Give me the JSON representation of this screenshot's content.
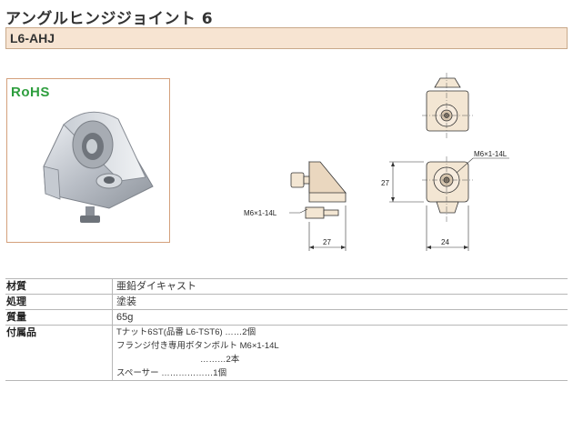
{
  "page": {
    "title": "アングルヒンジジョイント 6",
    "product_code": "L6-AHJ"
  },
  "photo": {
    "badge": "RoHS"
  },
  "drawing": {
    "labels": {
      "side_thread": "M6×1-14L",
      "side_width": "27",
      "front_thread": "M6×1-14L",
      "front_height": "27",
      "front_width": "24"
    }
  },
  "specs": {
    "material_label": "材質",
    "material_value": "亜鉛ダイキャスト",
    "finish_label": "処理",
    "finish_value": "塗装",
    "weight_label": "質量",
    "weight_value": "65g",
    "accessories_label": "付属品",
    "accessories": [
      "Tナット6ST(品番 L6-TST6) ……2個",
      "フランジ付き専用ボタンボルト M6×1-14L",
      "………2本",
      "スペーサー ………………1個"
    ]
  },
  "colors": {
    "code_bar_bg": "#f7e4d2",
    "code_bar_border": "#c9a98a",
    "photo_border": "#d4a07c",
    "rohs_green": "#2e9e3e",
    "part_fill": "#f3e6d3"
  }
}
